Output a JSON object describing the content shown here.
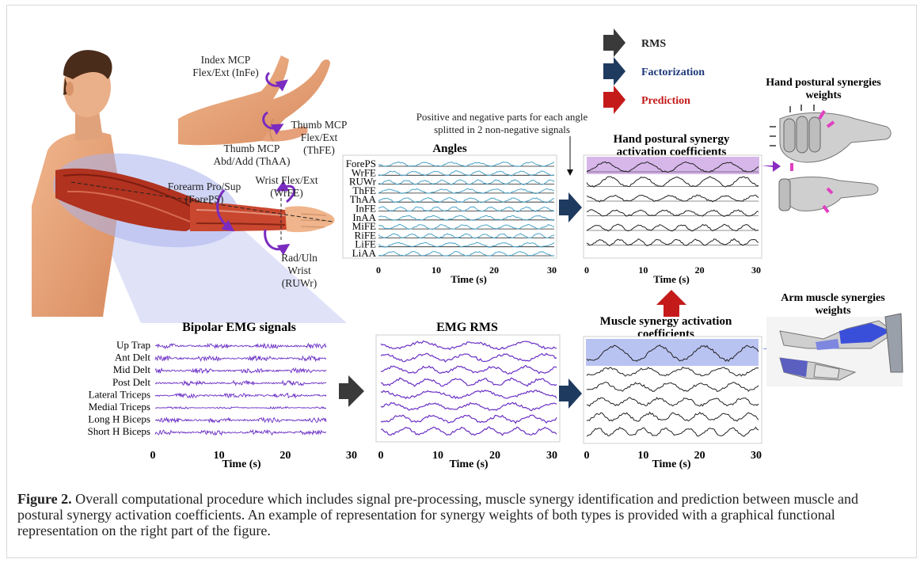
{
  "legend": [
    {
      "label": "RMS",
      "color": "#3a3a3a",
      "text_color": "#222222"
    },
    {
      "label": "Factorization",
      "color": "#1f3a5f",
      "text_color": "#1f3a7a"
    },
    {
      "label": "Prediction",
      "color": "#c41a1a",
      "text_color": "#c41a1a"
    }
  ],
  "arm_labels": {
    "index_mcp": [
      "Index MCP",
      "Flex/Ext (InFe)"
    ],
    "thumb_mcp_flex": [
      "Thumb MCP",
      "Flex/Ext",
      "(ThFE)"
    ],
    "thumb_mcp_abd": [
      "Thumb MCP",
      "Abd/Add (ThAA)"
    ],
    "forearm": [
      "Forearm Pro/Sup",
      "(ForePS)"
    ],
    "wrist_flex": [
      "Wrist Flex/Ext",
      "(WrFE)"
    ],
    "rad_uln": [
      "Rad/Uln",
      "Wrist",
      "(RUWr)"
    ]
  },
  "note": [
    "Positive and negative parts for each angle",
    "splitted in 2 non-negative signals"
  ],
  "angles_panel": {
    "title": "Angles",
    "rows": [
      "ForePS",
      "WrFE",
      "RUWr",
      "ThFE",
      "ThAA",
      "InFE",
      "InAA",
      "MiFE",
      "RiFE",
      "LiFE",
      "LiAA"
    ],
    "ticks": [
      "0",
      "10",
      "20",
      "30"
    ],
    "xlabel": "Time (s)"
  },
  "hand_coeff_panel": {
    "title": [
      "Hand postural synergy",
      "activation coefficients"
    ],
    "ticks": [
      "0",
      "10",
      "20",
      "30"
    ],
    "xlabel": "Time (s)"
  },
  "hand_weights_title": [
    "Hand postural synergies",
    "weights"
  ],
  "emg_panel": {
    "title": "Bipolar EMG signals",
    "rows": [
      "Up Trap",
      "Ant Delt",
      "Mid Delt",
      "Post Delt",
      "Lateral Triceps",
      "Medial Triceps",
      "Long H Biceps",
      "Short H Biceps"
    ],
    "ticks": [
      "0",
      "10",
      "20",
      "30"
    ],
    "xlabel": "Time (s)"
  },
  "rms_panel": {
    "title": "EMG RMS",
    "ticks": [
      "0",
      "10",
      "20",
      "30"
    ],
    "xlabel": "Time (s)"
  },
  "muscle_coeff_panel": {
    "title": [
      "Muscle synergy activation",
      "coefficients"
    ],
    "ticks": [
      "0",
      "10",
      "20",
      "30"
    ],
    "xlabel": "Time (s)"
  },
  "arm_weights_title": [
    "Arm muscle synergies",
    "weights"
  ],
  "caption": {
    "label": "Figure 2.",
    "text": " Overall computational procedure which includes signal pre-processing, muscle synergy identification and prediction between muscle and postural synergy activation coefficients. An example of representation for synergy weights of both types is provided with a graphical functional representation on the right part of the figure."
  },
  "colors": {
    "angle_line": "#4aa3c8",
    "emg_line": "#6a2fc4",
    "hand_band": "#d7b6ea",
    "muscle_band": "#b9c3f2",
    "skin": "#e8a37a",
    "muscle": "#b0321f"
  }
}
